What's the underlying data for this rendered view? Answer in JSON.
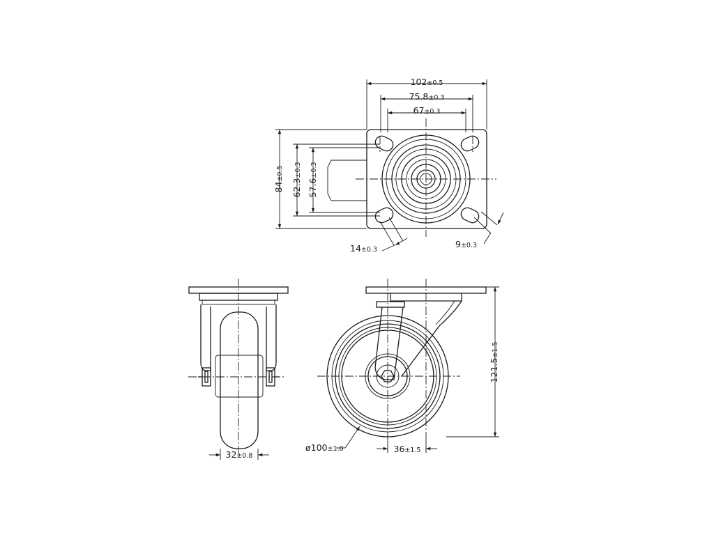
{
  "dimensions": {
    "plate_width": {
      "value": "102",
      "tol": "±0.5"
    },
    "hole_spacing_outer": {
      "value": "75.8",
      "tol": "±0.3"
    },
    "hole_spacing_inner": {
      "value": "67",
      "tol": "±0.3"
    },
    "plate_length": {
      "value": "84",
      "tol": "±0.5"
    },
    "hole_span_outer": {
      "value": "62.3",
      "tol": "±0.3"
    },
    "hole_span_inner": {
      "value": "57.6",
      "tol": "±0.3"
    },
    "slot_length": {
      "value": "14",
      "tol": "±0.3"
    },
    "slot_width": {
      "value": "9",
      "tol": "±0.3"
    },
    "overall_height": {
      "value": "121.5",
      "tol": "±1.5"
    },
    "wheel_diameter": {
      "value": "ø100",
      "tol": "±1.0"
    },
    "offset": {
      "value": "36",
      "tol": "±1.5"
    },
    "wheel_width": {
      "value": "32",
      "tol": "±0.8"
    }
  }
}
